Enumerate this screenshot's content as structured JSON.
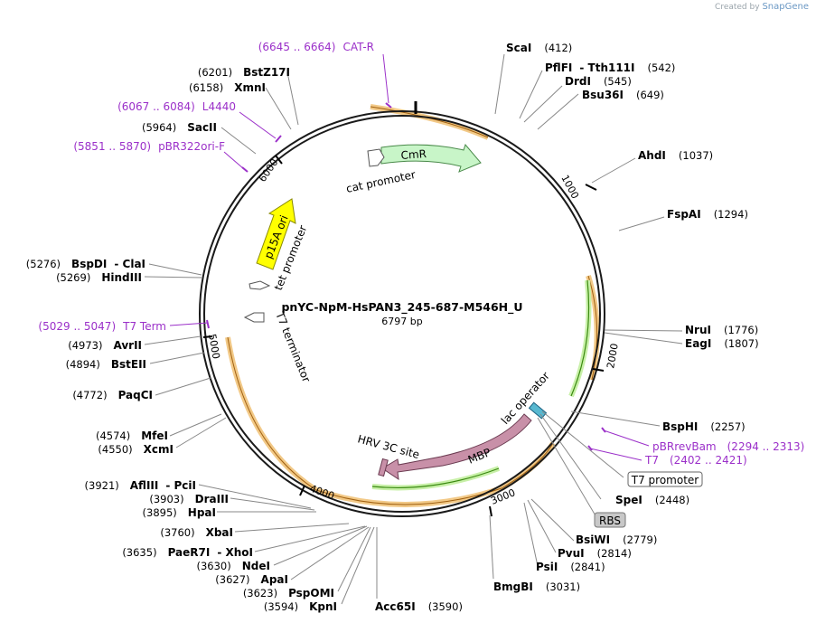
{
  "credit": {
    "prefix": "Created by",
    "brand": "SnapGene"
  },
  "plasmid": {
    "name": "pnYC-NpM-HsPAN3_245-687-M546H_U",
    "length": "6797 bp"
  },
  "ticks": [
    "1000",
    "2000",
    "3000",
    "4000",
    "5000",
    "6000"
  ],
  "sites": {
    "scai": {
      "name": "ScaI",
      "pos": "(412)"
    },
    "pflfi": {
      "name": "PflFI",
      "name2": "- Tth111I",
      "pos": "(542)"
    },
    "drdi": {
      "name": "DrdI",
      "pos": "(545)"
    },
    "bsu36i": {
      "name": "Bsu36I",
      "pos": "(649)"
    },
    "ahdi": {
      "name": "AhdI",
      "pos": "(1037)"
    },
    "fspai": {
      "name": "FspAI",
      "pos": "(1294)"
    },
    "nrui": {
      "name": "NruI",
      "pos": "(1776)"
    },
    "eagi": {
      "name": "EagI",
      "pos": "(1807)"
    },
    "bsphi": {
      "name": "BspHI",
      "pos": "(2257)"
    },
    "spei": {
      "name": "SpeI",
      "pos": "(2448)"
    },
    "bsiwi": {
      "name": "BsiWI",
      "pos": "(2779)"
    },
    "pvui": {
      "name": "PvuI",
      "pos": "(2814)"
    },
    "psii": {
      "name": "PsiI",
      "pos": "(2841)"
    },
    "bmgbi": {
      "name": "BmgBI",
      "pos": "(3031)"
    },
    "acc65i": {
      "name": "Acc65I",
      "pos": "(3590)"
    },
    "kpni": {
      "name": "KpnI",
      "pos": "(3594)"
    },
    "pspomi": {
      "name": "PspOMI",
      "pos": "(3623)"
    },
    "apai": {
      "name": "ApaI",
      "pos": "(3627)"
    },
    "ndei": {
      "name": "NdeI",
      "pos": "(3630)"
    },
    "paer7i": {
      "name": "PaeR7I",
      "name2": "- XhoI",
      "pos": "(3635)"
    },
    "xbai": {
      "name": "XbaI",
      "pos": "(3760)"
    },
    "hpai": {
      "name": "HpaI",
      "pos": "(3895)"
    },
    "draiii": {
      "name": "DraIII",
      "pos": "(3903)"
    },
    "afliii": {
      "name": "AflIII",
      "name2": "- PciI",
      "pos": "(3921)"
    },
    "xcmi": {
      "name": "XcmI",
      "pos": "(4550)"
    },
    "mfei": {
      "name": "MfeI",
      "pos": "(4574)"
    },
    "paqci": {
      "name": "PaqCI",
      "pos": "(4772)"
    },
    "bsteii": {
      "name": "BstEII",
      "pos": "(4894)"
    },
    "avrii": {
      "name": "AvrII",
      "pos": "(4973)"
    },
    "hindiii": {
      "name": "HindIII",
      "pos": "(5269)"
    },
    "bspdi": {
      "name": "BspDI",
      "name2": "- ClaI",
      "pos": "(5276)"
    },
    "saci": {
      "name": "SacII",
      "pos": "(5964)"
    },
    "xmni": {
      "name": "XmnI",
      "pos": "(6158)"
    },
    "bstz17i": {
      "name": "BstZ17I",
      "pos": "(6201)"
    }
  },
  "primers": {
    "cat_r": {
      "range": "(6645 .. 6664)",
      "name": "CAT-R"
    },
    "l4440": {
      "range": "(6067 .. 6084)",
      "name": "L4440"
    },
    "pbr322ori_f": {
      "range": "(5851 .. 5870)",
      "name": "pBR322ori-F"
    },
    "t7_term": {
      "range": "(5029 .. 5047)",
      "name": "T7 Term"
    },
    "pbrrevbam": {
      "name": "pBRrevBam",
      "range": "(2294 .. 2313)"
    },
    "t7": {
      "name": "T7",
      "range": "(2402 .. 2421)"
    }
  },
  "features": {
    "cmr": "CmR",
    "cat_promoter": "cat promoter",
    "p15a_ori": "p15A ori",
    "tet_promoter": "tet promoter",
    "t7_terminator": "T7 terminator",
    "mbp": "MBP",
    "hrv_3c_site": "HRV 3C site",
    "lac_operator": "lac operator",
    "t7_promoter": "T7 promoter",
    "rbs": "RBS"
  },
  "colors": {
    "backbone": "#1a1a1a",
    "cmr": "#c8f5c8",
    "p15a_ori": "#ffff00",
    "mbp": "#c890a8",
    "orf_orange": "#e8a040",
    "orf_green": "#5fa830",
    "primer": "#9b30c9"
  }
}
